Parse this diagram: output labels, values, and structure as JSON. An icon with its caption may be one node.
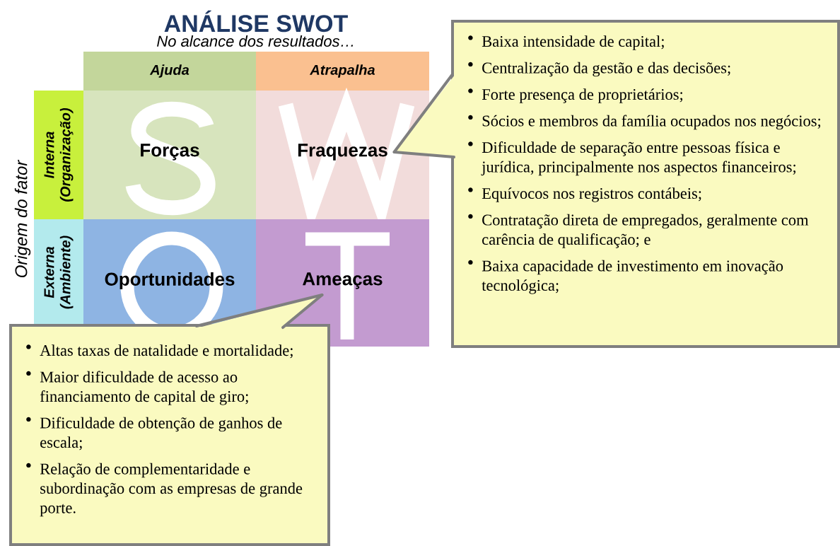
{
  "diagram": {
    "title": "ANÁLISE SWOT",
    "nodes": [
      {
        "text": [
          "Ajuda"
        ]
      },
      {
        "text": [
          "Atrapalha"
        ]
      },
      {
        "text": [
          "Interna (Organização)"
        ]
      },
      {
        "text": [
          "Forças"
        ]
      },
      {
        "text": [
          "Fraquezas"
        ]
      },
      {
        "text": [
          "Baixa intensidade de capital;",
          "Centralização da gestão e das decisões;",
          "Forte presença de proprietários;",
          "Sócios e membros da família ocupados nos negócios;",
          "Dificuldade de separação entre pessoas física e jurídica, principalmente nos aspectos financeiros;",
          "Equívocos nos registros contábeis;",
          "Contratação direta de empregados, geralmente com carência de qualificação; e",
          "Baixa capacidade de investimento em inovação tecnológica;"
        ]
      },
      {
        "text": [
          "Externa (Ambiente)"
        ]
      },
      {
        "text": [
          "Oportunidades"
        ]
      },
      {
        "text": [
          "Ameaças"
        ]
      },
      {
        "text": [
          "Altas taxas de natalidade e mortalidade;",
          "Maior dificuldade de acesso ao financiamento de capital de giro;",
          "Dificuldade de obtenção de ganhos de escala;",
          "Relação de complementaridade e subordinação com as empresas de grande porte."
        ]
      }
    ],
    "edges": [
      {
        "from": 5,
        "to": 4,
        "arrow": "none"
      },
      {
        "from": 9,
        "to": 8,
        "arrow": "none"
      }
    ],
    "labels": [
      "No alcance dos resultados…",
      "Origem do fator"
    ]
  }
}
